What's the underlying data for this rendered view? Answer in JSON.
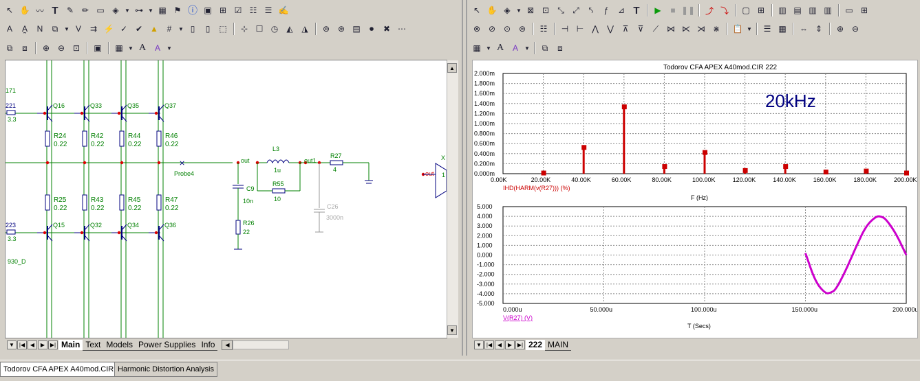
{
  "left_window": {
    "components": {
      "transistors_top": [
        "Q16",
        "Q33",
        "Q35",
        "Q37"
      ],
      "transistors_bottom": [
        "Q15",
        "Q32",
        "Q34",
        "Q36"
      ],
      "resistors_top": [
        {
          "name": "R24",
          "value": "0.22"
        },
        {
          "name": "R42",
          "value": "0.22"
        },
        {
          "name": "R44",
          "value": "0.22"
        },
        {
          "name": "R46",
          "value": "0.22"
        }
      ],
      "resistors_bottom": [
        {
          "name": "R25",
          "value": "0.22"
        },
        {
          "name": "R43",
          "value": "0.22"
        },
        {
          "name": "R45",
          "value": "0.22"
        },
        {
          "name": "R47",
          "value": "0.22"
        }
      ],
      "probe": "Probe4",
      "node_out": "out",
      "node_out1": "out1",
      "inductor": {
        "name": "L3",
        "value": "1u"
      },
      "r55": {
        "name": "R55",
        "value": "10"
      },
      "r27": {
        "name": "R27",
        "value": "4"
      },
      "c9": {
        "name": "C9",
        "value": "10n"
      },
      "r26": {
        "name": "R26",
        "value": "22"
      },
      "c26": {
        "name": "C26",
        "value": "3000n"
      },
      "edge_labels": {
        "top_num": "171",
        "r_top": "221",
        "v_top": "3.3",
        "r_bot": "223",
        "v_bot": "3.3",
        "tag": "930_D",
        "x": "X",
        "one": "1",
        "out_r": "out"
      }
    },
    "sheet_tabs": [
      "Main",
      "Text",
      "Models",
      "Power Supplies",
      "Info"
    ],
    "active_tab": "Main"
  },
  "right_window": {
    "sheet_tabs": [
      "222",
      "MAIN"
    ],
    "active_tab": "222"
  },
  "bottom_tabs": [
    "Todorov CFA APEX A40mod.CIR",
    "Harmonic Distortion Analysis"
  ],
  "colors": {
    "schematic_wire": "#008000",
    "component": "#00007f",
    "harmonic": "#cc0000",
    "wave": "#cc00cc",
    "axis_blue": "#000080"
  },
  "chart_data": [
    {
      "type": "bar",
      "title": "Todorov CFA APEX A40mod.CIR 222",
      "annotation": "20kHz",
      "xlabel": "F (Hz)",
      "ylabel": "",
      "series_label": "IHD(HARM(v(R27))) (%)",
      "x_ticks": [
        "0.00K",
        "20.00K",
        "40.00K",
        "60.00K",
        "80.00K",
        "100.00K",
        "120.00K",
        "140.00K",
        "160.00K",
        "180.00K",
        "200.00K"
      ],
      "y_ticks": [
        "0.000m",
        "0.200m",
        "0.400m",
        "0.600m",
        "0.800m",
        "1.000m",
        "1.200m",
        "1.400m",
        "1.600m",
        "1.800m",
        "2.000m"
      ],
      "xlim": [
        0,
        200000
      ],
      "ylim": [
        0,
        2.0
      ],
      "x": [
        20000,
        40000,
        60000,
        80000,
        100000,
        120000,
        140000,
        160000,
        180000,
        200000
      ],
      "values": [
        0.02,
        0.53,
        1.34,
        0.15,
        0.43,
        0.07,
        0.15,
        0.04,
        0.06,
        0.02
      ],
      "grid": true
    },
    {
      "type": "line",
      "title": "",
      "xlabel": "T (Secs)",
      "ylabel": "",
      "series_label": "V(R27) (V)",
      "x_ticks": [
        "0.000u",
        "50.000u",
        "100.000u",
        "150.000u",
        "200.000u"
      ],
      "y_ticks": [
        "-5.000",
        "-4.000",
        "-3.000",
        "-2.000",
        "-1.000",
        "0.000",
        "1.000",
        "2.000",
        "3.000",
        "4.000",
        "5.000"
      ],
      "xlim": [
        0,
        0.0002
      ],
      "ylim": [
        -5,
        5
      ],
      "x": [
        0.00015,
        0.000155,
        0.00016,
        0.0001625,
        0.000165,
        0.00017,
        0.000175,
        0.00018,
        0.000185,
        0.0001875,
        0.00019,
        0.000195,
        0.0002
      ],
      "y": [
        0.2,
        -2.8,
        -4.0,
        -3.9,
        -3.6,
        -1.6,
        0.8,
        3.0,
        4.0,
        4.0,
        3.7,
        2.2,
        0.0
      ],
      "grid": true
    }
  ]
}
